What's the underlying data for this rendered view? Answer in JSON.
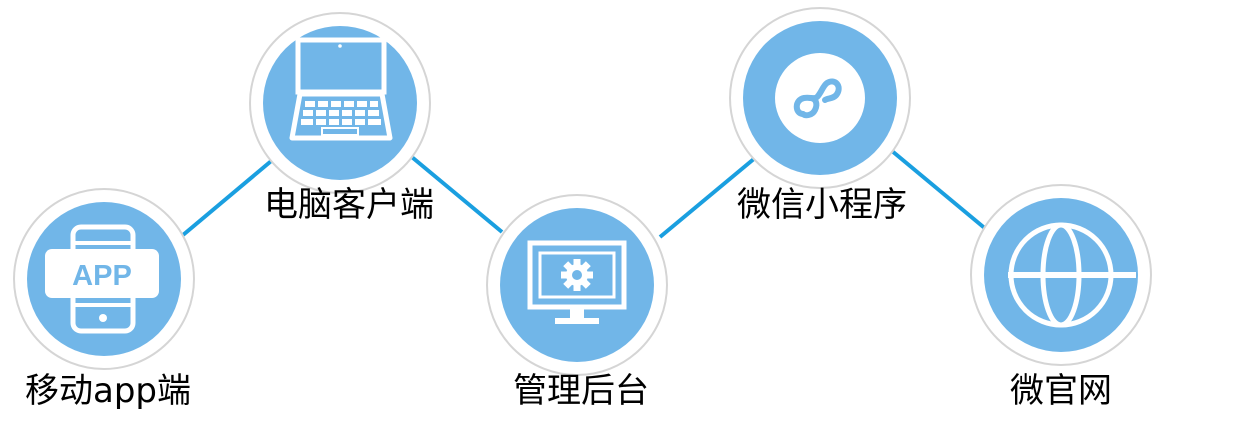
{
  "colors": {
    "circle_fill": "#71b6e8",
    "ring_stroke": "#d5d5d5",
    "connector": "#1a9fe0",
    "icon": "#ffffff"
  },
  "nodes": [
    {
      "id": "mobile-app",
      "label": "移动app端",
      "icon": "phone-app-icon",
      "badge": "APP"
    },
    {
      "id": "desktop-client",
      "label": "电脑客户端",
      "icon": "laptop-icon"
    },
    {
      "id": "admin-backend",
      "label": "管理后台",
      "icon": "monitor-gear-icon"
    },
    {
      "id": "mini-program",
      "label": "微信小程序",
      "icon": "mini-program-icon"
    },
    {
      "id": "official-site",
      "label": "微官网",
      "icon": "globe-icon"
    }
  ]
}
